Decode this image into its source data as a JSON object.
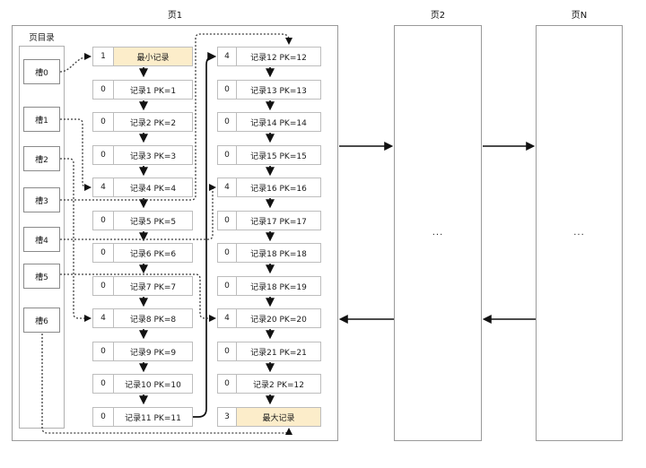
{
  "page1": {
    "title": "页1",
    "directory": {
      "title": "页目录",
      "slots": [
        {
          "label": "槽0",
          "points_to": "最小记录"
        },
        {
          "label": "槽1",
          "points_to": "记录4 PK=4"
        },
        {
          "label": "槽2",
          "points_to": "记录8 PK=8"
        },
        {
          "label": "槽3",
          "points_to": "记录12 PK=12"
        },
        {
          "label": "槽4",
          "points_to": "记录16 PK=16"
        },
        {
          "label": "槽5",
          "points_to": "记录20 PK=20"
        },
        {
          "label": "槽6",
          "points_to": "最大记录"
        }
      ]
    },
    "column1": [
      {
        "n_owned": "1",
        "label": "最小记录",
        "highlight": true
      },
      {
        "n_owned": "0",
        "label": "记录1 PK=1"
      },
      {
        "n_owned": "0",
        "label": "记录2 PK=2"
      },
      {
        "n_owned": "0",
        "label": "记录3 PK=3"
      },
      {
        "n_owned": "4",
        "label": "记录4 PK=4"
      },
      {
        "n_owned": "0",
        "label": "记录5 PK=5"
      },
      {
        "n_owned": "0",
        "label": "记录6 PK=6"
      },
      {
        "n_owned": "0",
        "label": "记录7 PK=7"
      },
      {
        "n_owned": "4",
        "label": "记录8 PK=8"
      },
      {
        "n_owned": "0",
        "label": "记录9 PK=9"
      },
      {
        "n_owned": "0",
        "label": "记录10 PK=10"
      },
      {
        "n_owned": "0",
        "label": "记录11 PK=11"
      }
    ],
    "column2": [
      {
        "n_owned": "4",
        "label": "记录12 PK=12"
      },
      {
        "n_owned": "0",
        "label": "记录13 PK=13"
      },
      {
        "n_owned": "0",
        "label": "记录14 PK=14"
      },
      {
        "n_owned": "0",
        "label": "记录15 PK=15"
      },
      {
        "n_owned": "4",
        "label": "记录16 PK=16"
      },
      {
        "n_owned": "0",
        "label": "记录17 PK=17"
      },
      {
        "n_owned": "0",
        "label": "记录18 PK=18"
      },
      {
        "n_owned": "0",
        "label": "记录18 PK=19"
      },
      {
        "n_owned": "4",
        "label": "记录20 PK=20"
      },
      {
        "n_owned": "0",
        "label": "记录21 PK=21"
      },
      {
        "n_owned": "0",
        "label": "记录2 PK=12"
      },
      {
        "n_owned": "3",
        "label": "最大记录",
        "highlight": true
      }
    ]
  },
  "page2": {
    "title": "页2",
    "body": "..."
  },
  "pageN": {
    "title": "页N",
    "body": "..."
  },
  "colors": {
    "highlight": "#fcedca",
    "record_border": "#bdbdbd",
    "slot_border": "#8a8a8a",
    "arrow": "#1a1a1a"
  }
}
